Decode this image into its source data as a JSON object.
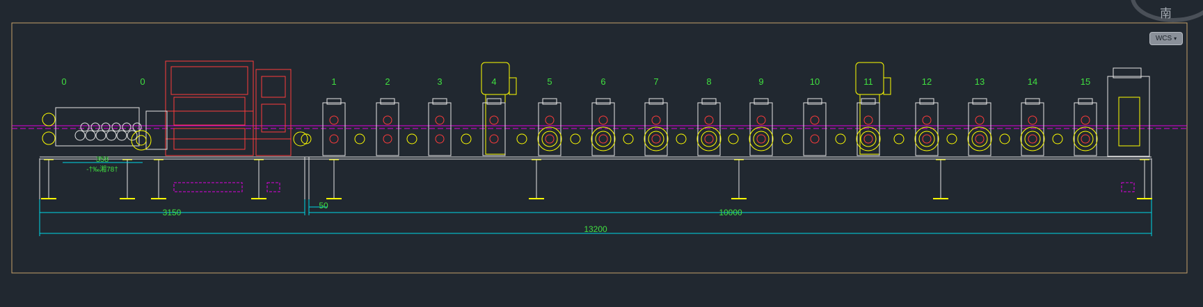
{
  "viewcube": {
    "direction_label": "南"
  },
  "ucs": {
    "label": "WCS"
  },
  "stations": [
    "0",
    "0",
    "1",
    "2",
    "3",
    "4",
    "5",
    "6",
    "7",
    "8",
    "9",
    "10",
    "11",
    "12",
    "13",
    "14",
    "15"
  ],
  "dimensions": {
    "d1": "358",
    "note": "-†‰湘78†",
    "d_left": "3150",
    "d_gap": "50",
    "d_right": "10000",
    "d_total": "13200"
  },
  "colors": {
    "background": "#212830",
    "frame": "#c8a26a",
    "red": "#ff3b3b",
    "yellow": "#ffff00",
    "cyan": "#00d7e6",
    "green": "#40e040",
    "magenta": "#e000e0",
    "white": "#e6e6e6"
  }
}
